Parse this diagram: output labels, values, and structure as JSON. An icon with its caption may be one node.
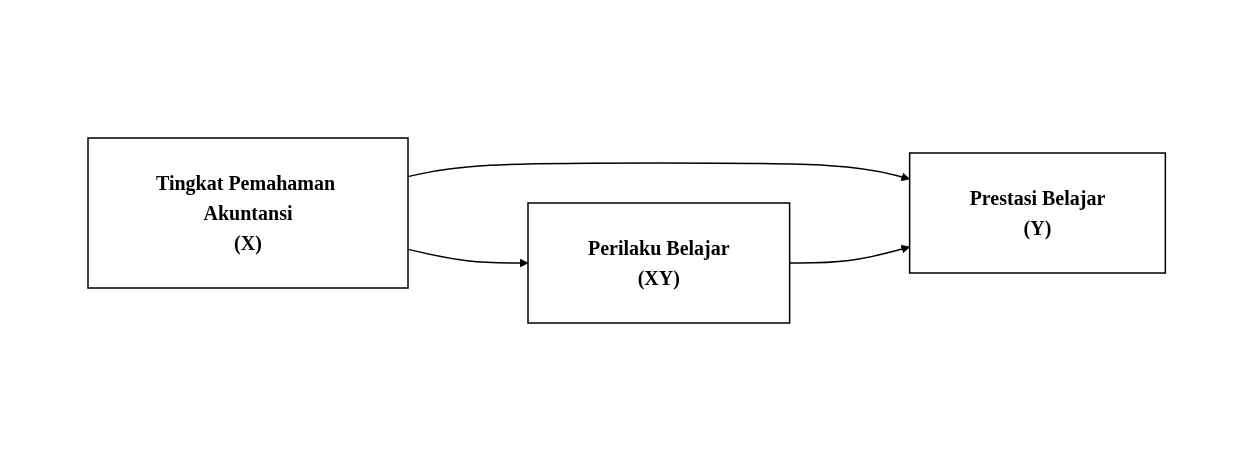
{
  "diagram": {
    "nodes": [
      {
        "text": [
          "Tingkat Pemahaman Akuntansi",
          "(X)"
        ]
      },
      {
        "text": [
          "Prestasi Belajar",
          "(Y)"
        ]
      },
      {
        "text": [
          "Perilaku Belajar",
          "(XY)"
        ]
      }
    ],
    "edges": [
      {
        "from": 0,
        "to": 1,
        "arrow": "to"
      },
      {
        "from": 0,
        "to": 2,
        "arrow": "to"
      },
      {
        "from": 2,
        "to": 1,
        "arrow": "to"
      }
    ]
  }
}
